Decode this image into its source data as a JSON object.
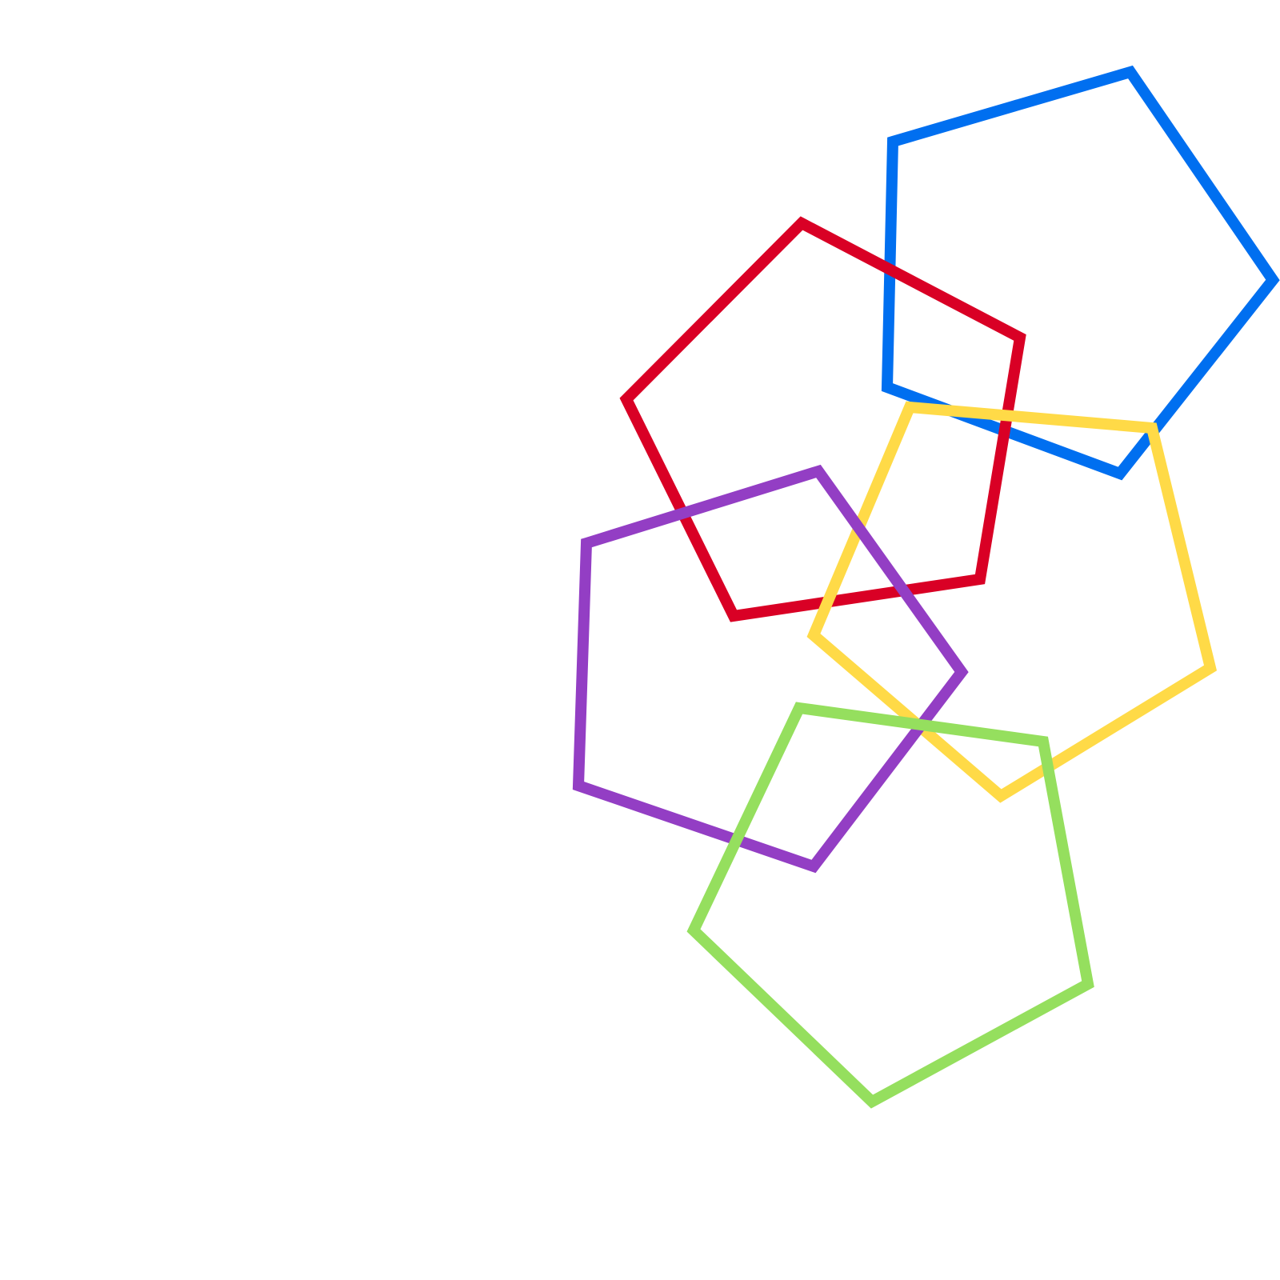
{
  "background": "#ffffff",
  "shapes": [
    {
      "name": "blue-pentagon",
      "kind": "pentagon",
      "stroke": "#006ff0"
    },
    {
      "name": "red-pentagon",
      "kind": "pentagon",
      "stroke": "#d90025"
    },
    {
      "name": "yellow-pentagon",
      "kind": "pentagon",
      "stroke": "#ffda47"
    },
    {
      "name": "purple-pentagon",
      "kind": "pentagon",
      "stroke": "#933ec4"
    },
    {
      "name": "green-pentagon",
      "kind": "pentagon",
      "stroke": "#95df5e"
    }
  ]
}
